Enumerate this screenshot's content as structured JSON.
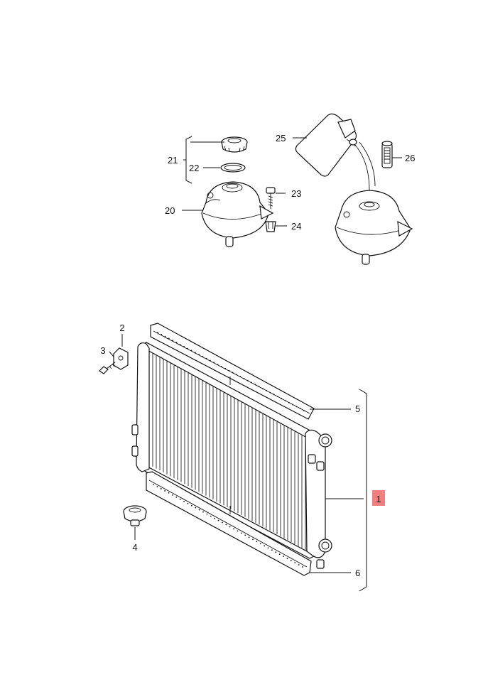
{
  "diagram": {
    "callouts": [
      {
        "id": "c1",
        "number": "1",
        "highlighted": true,
        "highlight_color": "#f08080"
      },
      {
        "id": "c2",
        "number": "2"
      },
      {
        "id": "c3",
        "number": "3"
      },
      {
        "id": "c4",
        "number": "4"
      },
      {
        "id": "c5",
        "number": "5"
      },
      {
        "id": "c6",
        "number": "6"
      },
      {
        "id": "c20",
        "number": "20"
      },
      {
        "id": "c21",
        "number": "21"
      },
      {
        "id": "c22",
        "number": "22"
      },
      {
        "id": "c23",
        "number": "23"
      },
      {
        "id": "c24",
        "number": "24"
      },
      {
        "id": "c25",
        "number": "25"
      },
      {
        "id": "c26",
        "number": "26"
      }
    ]
  }
}
